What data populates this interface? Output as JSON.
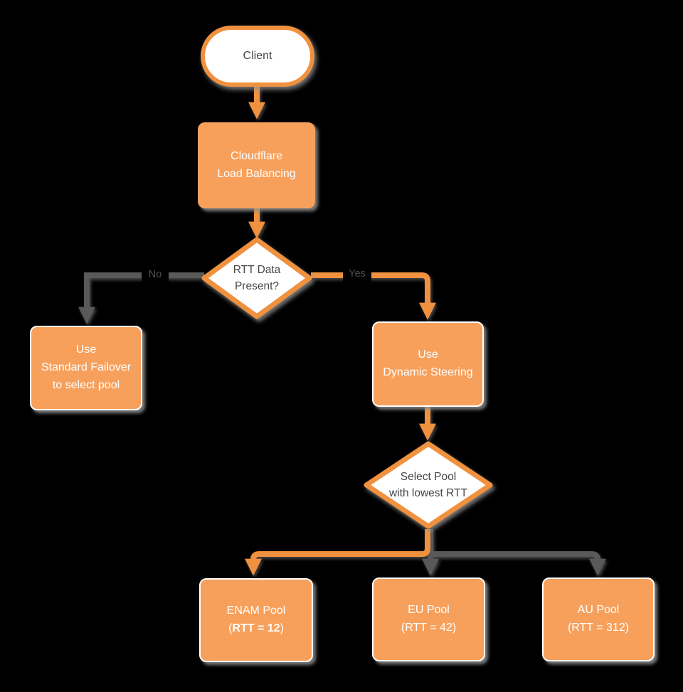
{
  "colors": {
    "background": "#000000",
    "shape_fill_orange": "#F7A05C",
    "shape_stroke_orange": "#F0913F",
    "connector_gray": "#595959",
    "text_on_orange": "#FFFFFF",
    "text_dark": "#464646",
    "edge_label_text": "#4E4E4E",
    "shadow_gray": "#919191"
  },
  "nodes": {
    "client": {
      "label": "Client"
    },
    "load_balancer": {
      "line1": "Cloudflare",
      "line2": "Load Balancing"
    },
    "rtt_decision": {
      "line1": "RTT Data",
      "line2": "Present?"
    },
    "standard_failover": {
      "line1": "Use",
      "line2": "Standard Failover",
      "line3": "to select pool"
    },
    "dynamic_steering": {
      "line1": "Use",
      "line2": "Dynamic Steering"
    },
    "select_pool": {
      "line1": "Select Pool",
      "line2": "with lowest RTT"
    }
  },
  "edges": {
    "no_label": "No",
    "yes_label": "Yes"
  },
  "pools": [
    {
      "name": "ENAM Pool",
      "rtt_prefix": "(",
      "rtt_value": "RTT = 12",
      "rtt_suffix": ")"
    },
    {
      "name": "EU Pool",
      "rtt_prefix": "(",
      "rtt_value": "RTT = 42",
      "rtt_suffix": ")"
    },
    {
      "name": "AU Pool",
      "rtt_prefix": "(",
      "rtt_value": "RTT = 312",
      "rtt_suffix": ")"
    }
  ]
}
